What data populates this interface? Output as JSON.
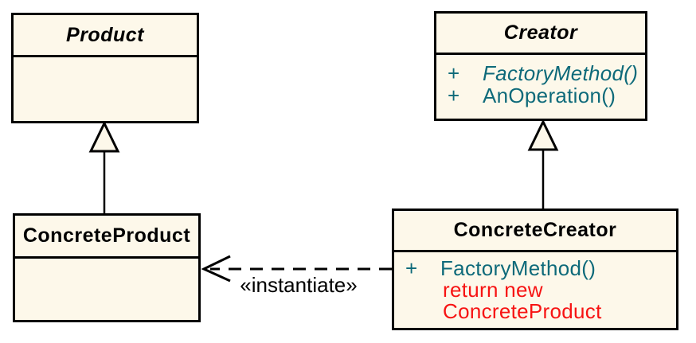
{
  "colors": {
    "canvas_background": "#ffffff",
    "class_fill": "#fdf8ea",
    "class_border": "#000000",
    "method_text": "#0e6a7a",
    "code_note_text": "#f71313",
    "title_text": "#000000",
    "connector": "#000000"
  },
  "classes": {
    "product": {
      "name": "Product",
      "abstract": true,
      "methods": []
    },
    "creator": {
      "name": "Creator",
      "abstract": true,
      "methods": [
        {
          "visibility": "+",
          "signature": "FactoryMethod()",
          "abstract": true
        },
        {
          "visibility": "+",
          "signature": "AnOperation()",
          "abstract": false
        }
      ]
    },
    "concrete_product": {
      "name": "ConcreteProduct",
      "abstract": false,
      "methods": []
    },
    "concrete_creator": {
      "name": "ConcreteCreator",
      "abstract": false,
      "methods": [
        {
          "visibility": "+",
          "signature": "FactoryMethod()",
          "abstract": false
        }
      ],
      "code_note": [
        "return new",
        "ConcreteProduct"
      ]
    }
  },
  "relations": {
    "generalizations": [
      {
        "from": "ConcreteProduct",
        "to": "Product",
        "style": "solid-hollow-triangle"
      },
      {
        "from": "ConcreteCreator",
        "to": "Creator",
        "style": "solid-hollow-triangle"
      }
    ],
    "dependency": {
      "from": "ConcreteCreator",
      "to": "ConcreteProduct",
      "label": "«instantiate»",
      "style": "dashed-open-arrow"
    }
  }
}
